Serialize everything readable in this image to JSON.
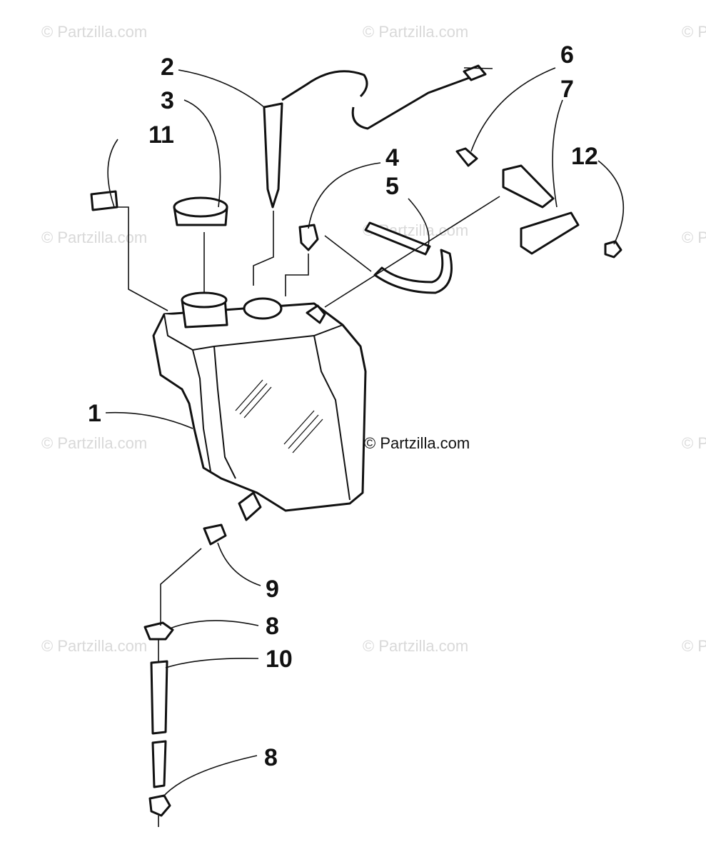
{
  "watermark": "© Partzilla.com",
  "callouts": [
    {
      "id": "1",
      "label": "1"
    },
    {
      "id": "2",
      "label": "2"
    },
    {
      "id": "3",
      "label": "3"
    },
    {
      "id": "4",
      "label": "4"
    },
    {
      "id": "5",
      "label": "5"
    },
    {
      "id": "6",
      "label": "6"
    },
    {
      "id": "7",
      "label": "7"
    },
    {
      "id": "8a",
      "label": "8"
    },
    {
      "id": "8b",
      "label": "8"
    },
    {
      "id": "9",
      "label": "9"
    },
    {
      "id": "10",
      "label": "10"
    },
    {
      "id": "11",
      "label": "11"
    },
    {
      "id": "12",
      "label": "12"
    }
  ]
}
